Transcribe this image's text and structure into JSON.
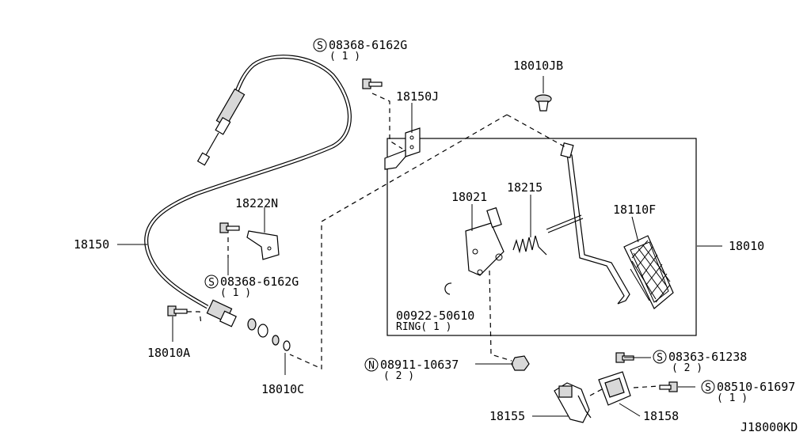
{
  "labels": {
    "p18150": "18150",
    "p18150J": "18150J",
    "p18010JB": "18010JB",
    "p18222N": "18222N",
    "p18021": "18021",
    "p18215": "18215",
    "p18110F": "18110F",
    "p18010": "18010",
    "p18010A": "18010A",
    "p18010C": "18010C",
    "p18155": "18155",
    "p18158": "18158",
    "bolt_top": "08368-6162G",
    "bolt_top_qty": "( 1 )",
    "bolt_mid": "08368-6162G",
    "bolt_mid_qty": "( 1 )",
    "ring_part": "00922-50610",
    "ring_name": "RING( 1 )",
    "nut": "08911-10637",
    "nut_qty": "( 2 )",
    "bolt_right1": "08363-61238",
    "bolt_right1_qty": "( 2 )",
    "bolt_right2": "08510-61697",
    "bolt_right2_qty": "( 1 )",
    "diagram_id": "J18000KD"
  },
  "symbols": {
    "s": "S",
    "n": "N"
  },
  "icons": [
    "screw-icon",
    "nut-icon",
    "clip-icon",
    "pedal-icon",
    "cable-icon",
    "bracket-icon",
    "spring-icon"
  ]
}
